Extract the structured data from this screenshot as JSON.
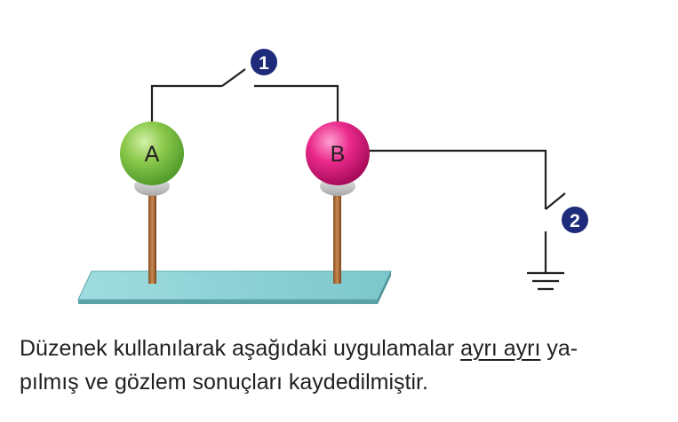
{
  "diagram": {
    "sphere_a": {
      "label": "A",
      "color": "#7cc142"
    },
    "sphere_b": {
      "label": "B",
      "color": "#e6117d"
    },
    "switch_1": {
      "label": "1"
    },
    "switch_2": {
      "label": "2"
    },
    "badge_color": "#1e2a7a",
    "base_color": "#8fd3d6",
    "rod_color": "#b8703a"
  },
  "caption": {
    "part1": "Düzenek kullanılarak aşağıdaki uygulamalar ",
    "underlined": "ayrı ayrı",
    "part2": " ya-",
    "line2": "pılmış ve gözlem sonuçları kaydedilmiştir."
  }
}
